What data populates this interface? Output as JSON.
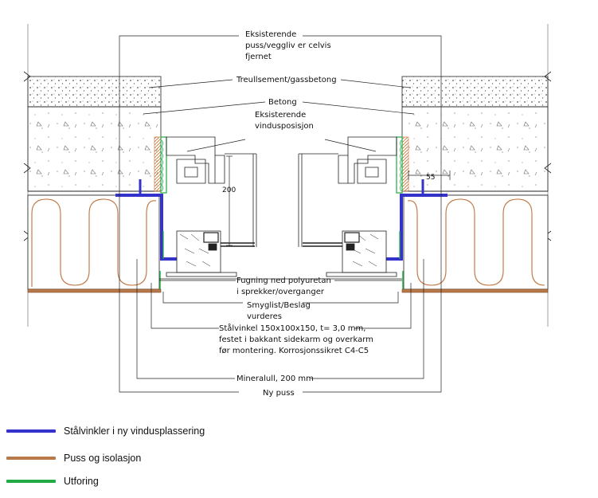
{
  "labels": {
    "eksisterende_puss": [
      "Eksisterende",
      "puss/veggliv er celvis",
      "fjernet"
    ],
    "treullsement": "Treullsement/gassbetong",
    "betong": "Betong",
    "eksisterende_vindu": [
      "Eksisterende",
      "vindusposisjon"
    ],
    "dim_200": "200",
    "dim_55": "55",
    "fugning": [
      "Fugning ned polyuretan",
      "i sprekker/overganger"
    ],
    "smyglist": [
      "Smyglist/Beslag",
      "vurderes"
    ],
    "stalvinkel": [
      "Stålvinkel 150x100x150, t= 3,0 mm,",
      "festet i bakkant sidekarm og overkarm",
      "før montering. Korrosjonssikret C4-C5"
    ],
    "mineralull": "Mineralull, 200 mm",
    "ny_puss": "Ny puss"
  },
  "legend": [
    {
      "label": "Stålvinkler i ny vindusplassering",
      "color": "#3333cc"
    },
    {
      "label": "Puss og isolasjon",
      "color": "#b87a4b"
    },
    {
      "label": "Utforing",
      "color": "#22aa44"
    }
  ]
}
